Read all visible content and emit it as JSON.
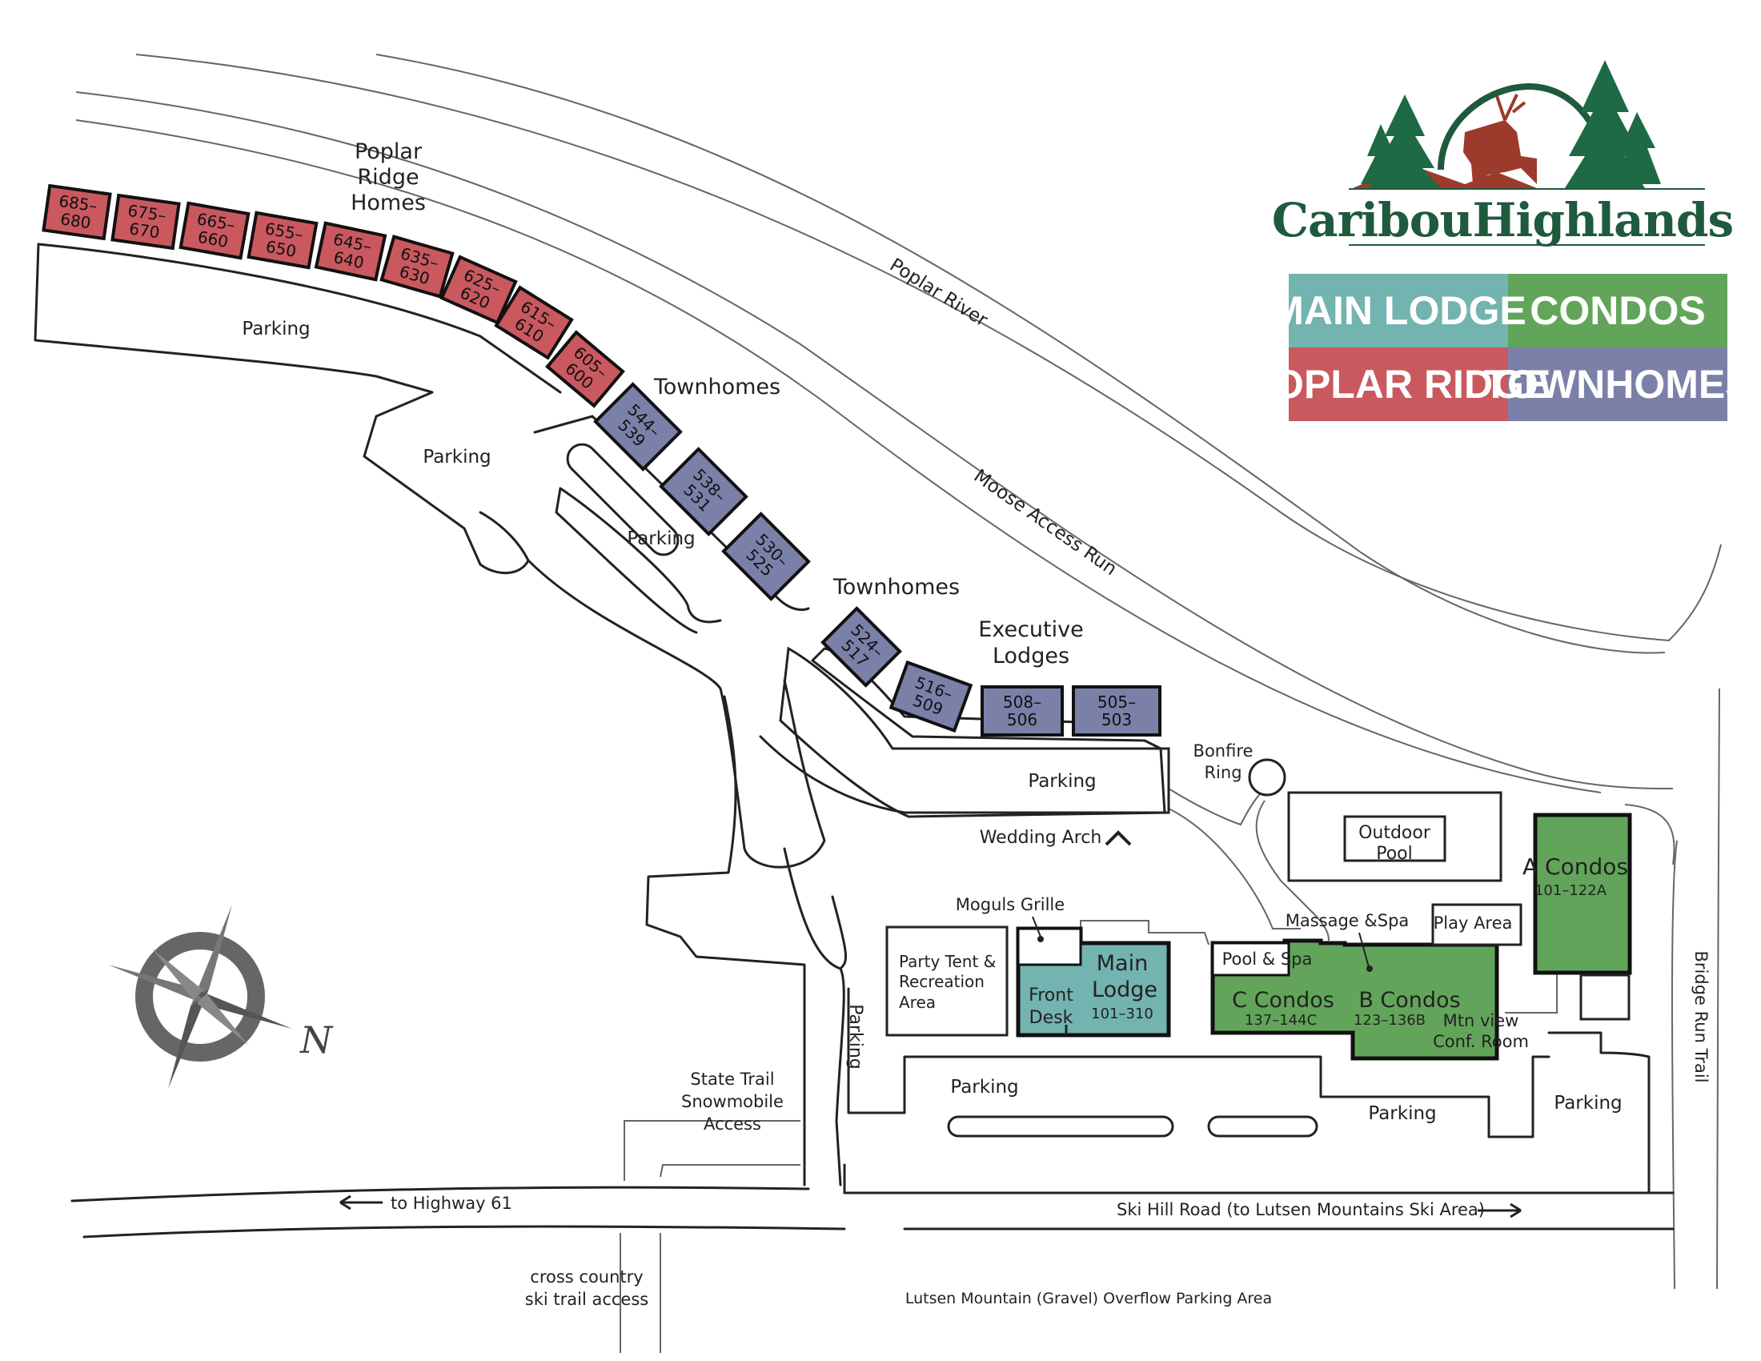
{
  "brand": {
    "name": "CaribouHighlands",
    "colors": {
      "green": "#1f5a3e",
      "rust": "#9c3b2b",
      "trees": "#1d6a45"
    }
  },
  "legend": {
    "items": [
      {
        "label": "MAIN LODGE",
        "color": "#73b3b0"
      },
      {
        "label": "CONDOS",
        "color": "#62a55a"
      },
      {
        "label": "POPLAR RIDGE",
        "color": "#c9585f"
      },
      {
        "label": "TOWNHOMES",
        "color": "#7a80a8"
      }
    ]
  },
  "labels": {
    "poplar_ridge": [
      "Poplar",
      "Ridge",
      "Homes"
    ],
    "poplar_river": "Poplar River",
    "moose_access_run": "Moose Access Run",
    "parking": "Parking",
    "townhomes": "Townhomes",
    "executive_lodges": [
      "Executive",
      "Lodges"
    ],
    "bonfire_ring": [
      "Bonfire",
      "Ring"
    ],
    "wedding_arch": "Wedding Arch",
    "outdoor_pool": [
      "Outdoor",
      "Pool"
    ],
    "moguls_grille": "Moguls Grille",
    "massage_spa": "Massage &Spa",
    "play_area": "Play Area",
    "pool_spa": "Pool & Spa",
    "a_condos": "A Condos",
    "a_condos_units": "101–122A",
    "party_tent": [
      "Party Tent &",
      "Recreation",
      "Area"
    ],
    "front_desk": [
      "Front",
      "Desk"
    ],
    "main_lodge": [
      "Main",
      "Lodge"
    ],
    "main_lodge_units": "101–310",
    "c_condos": "C Condos",
    "c_condos_units": "137–144C",
    "b_condos": "B Condos",
    "b_condos_units": "123–136B",
    "mtn_view": [
      "Mtn view",
      "Conf. Room"
    ],
    "bridge_run_trail": "Bridge Run Trail",
    "state_trail": [
      "State Trail",
      "Snowmobile",
      "Access"
    ],
    "to_highway": "to Highway 61",
    "ski_hill_road": "Ski Hill Road  (to Lutsen Mountains Ski Area)",
    "cross_country": [
      "cross country",
      "ski trail access"
    ],
    "overflow": "Lutsen Mountain (Gravel) Overflow Parking Area",
    "compass_n": "N"
  },
  "poplar_units": [
    [
      "685–",
      "680"
    ],
    [
      "675–",
      "670"
    ],
    [
      "665–",
      "660"
    ],
    [
      "655–",
      "650"
    ],
    [
      "645–",
      "640"
    ],
    [
      "635–",
      "630"
    ],
    [
      "625–",
      "620"
    ],
    [
      "615–",
      "610"
    ],
    [
      "605–",
      "600"
    ]
  ],
  "townhome_units": [
    [
      "544–",
      "539"
    ],
    [
      "538–",
      "531"
    ],
    [
      "530–",
      "525"
    ],
    [
      "524–",
      "517"
    ],
    [
      "516–",
      "509"
    ],
    [
      "508–",
      "506"
    ],
    [
      "505–",
      "503"
    ]
  ]
}
